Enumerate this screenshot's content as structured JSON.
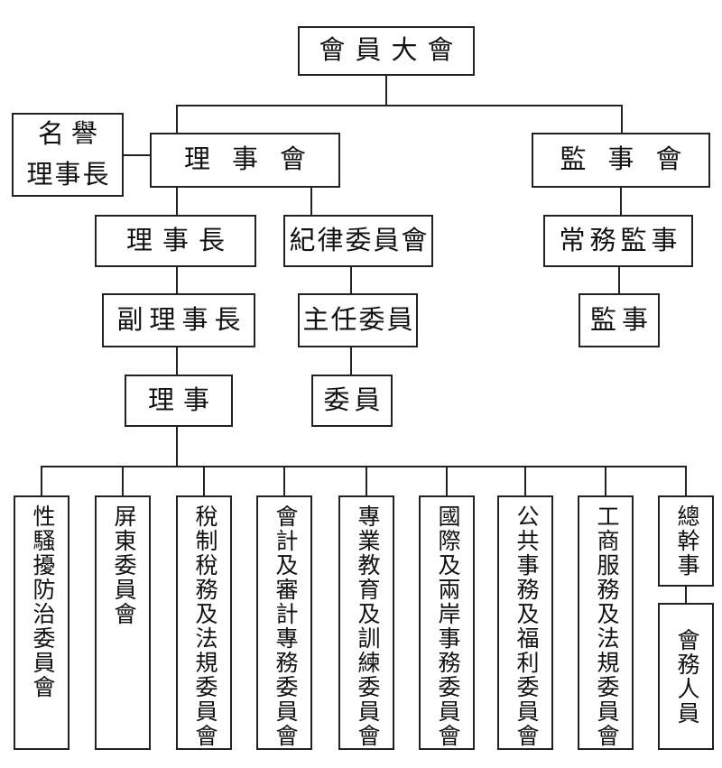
{
  "diagram": {
    "type": "org-chart",
    "nodes": {
      "member_assembly": "會員大會",
      "honorary_chairman": {
        "line1": "名譽",
        "line2": "理事長"
      },
      "board_of_directors": "理事會",
      "board_of_supervisors": "監事會",
      "chairman": "理事長",
      "discipline_committee": "紀律委員會",
      "standing_supervisor": "常務監事",
      "vice_chairman": "副理事長",
      "chief_commissioner": "主任委員",
      "supervisor": "監事",
      "director": "理事",
      "commissioner": "委員",
      "secretary_general": "總幹事",
      "staff": "會務人員"
    },
    "committees": [
      "性騷擾防治委員會",
      "屏東委員會",
      "稅制稅務及法規委員會",
      "會計及審計專務委員會",
      "專業教育及訓練委員會",
      "國際及兩岸事務委員會",
      "公共事務及福利委員會",
      "工商服務及法規委員會"
    ],
    "edges": [
      {
        "from": "會員大會",
        "to": "理事會"
      },
      {
        "from": "會員大會",
        "to": "監事會"
      },
      {
        "from": "名譽理事長",
        "to": "理事會",
        "style": "lateral"
      },
      {
        "from": "理事會",
        "to": "理事長"
      },
      {
        "from": "理事會",
        "to": "紀律委員會"
      },
      {
        "from": "理事長",
        "to": "副理事長"
      },
      {
        "from": "副理事長",
        "to": "理事"
      },
      {
        "from": "紀律委員會",
        "to": "主任委員"
      },
      {
        "from": "主任委員",
        "to": "委員"
      },
      {
        "from": "監事會",
        "to": "常務監事"
      },
      {
        "from": "常務監事",
        "to": "監事"
      },
      {
        "from": "理事",
        "to": "性騷擾防治委員會"
      },
      {
        "from": "理事",
        "to": "屏東委員會"
      },
      {
        "from": "理事",
        "to": "稅制稅務及法規委員會"
      },
      {
        "from": "理事",
        "to": "會計及審計專務委員會"
      },
      {
        "from": "理事",
        "to": "專業教育及訓練委員會"
      },
      {
        "from": "理事",
        "to": "國際及兩岸事務委員會"
      },
      {
        "from": "理事",
        "to": "公共事務及福利委員會"
      },
      {
        "from": "理事",
        "to": "工商服務及法規委員會"
      },
      {
        "from": "理事",
        "to": "總幹事"
      },
      {
        "from": "總幹事",
        "to": "會務人員"
      }
    ],
    "colors": {
      "line": "#222222",
      "background": "#ffffff",
      "text": "#111111"
    }
  }
}
